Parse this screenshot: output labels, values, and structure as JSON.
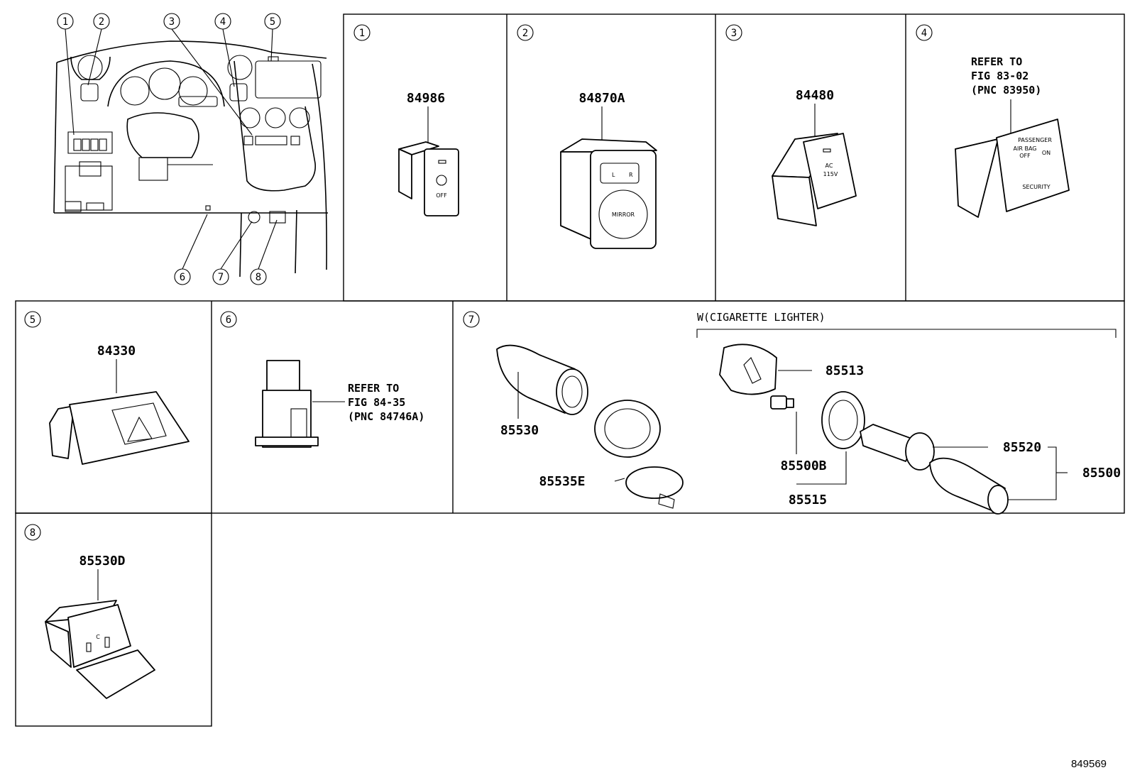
{
  "overview": {
    "callouts": [
      "1",
      "2",
      "3",
      "4",
      "5",
      "6",
      "7",
      "8"
    ]
  },
  "panels": [
    {
      "num": "1",
      "parts": [
        "84986"
      ]
    },
    {
      "num": "2",
      "parts": [
        "84870A"
      ],
      "switch_labels": [
        "L",
        "R",
        "MIRROR"
      ]
    },
    {
      "num": "3",
      "parts": [
        "84480"
      ],
      "switch_labels": [
        "AC",
        "115V"
      ]
    },
    {
      "num": "4",
      "note": [
        "REFER TO",
        "FIG 83-02",
        "(PNC 83950)"
      ],
      "switch_labels": [
        "PASSENGER",
        "AIR BAG",
        "OFF",
        "ON",
        "SECURITY"
      ]
    },
    {
      "num": "5",
      "parts": [
        "84330"
      ]
    },
    {
      "num": "6",
      "note": [
        "REFER TO",
        "FIG 84-35",
        "(PNC 84746A)"
      ]
    },
    {
      "num": "7",
      "parts": [
        "85530",
        "85535E",
        "85513",
        "85500B",
        "85515",
        "85520",
        "85500"
      ],
      "group_label": "W(CIGARETTE LIGHTER)"
    },
    {
      "num": "8",
      "parts": [
        "85530D"
      ],
      "switch_labels": [
        "C"
      ]
    }
  ],
  "panel1_switch_text": "OFF",
  "figure_id": "849569"
}
